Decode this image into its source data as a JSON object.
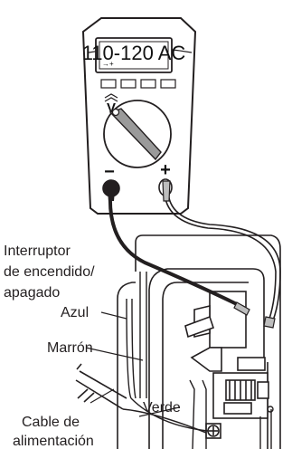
{
  "meter": {
    "display_text": "110-120 AC",
    "diode_symbol": "→+",
    "dial_label": "V",
    "negative_sign": "−",
    "positive_sign": "+"
  },
  "labels": {
    "switch_line1": "Interruptor",
    "switch_line2": "de encendido/",
    "switch_line3": "apagado",
    "blue": "Azul",
    "brown": "Marrón",
    "green": "Verde",
    "cable_line1": "Cable de",
    "cable_line2": "alimentación"
  },
  "colors": {
    "stroke": "#231f20",
    "probe_grey": "#bdbdbd",
    "dial_pointer": "#9a9a9a",
    "background": "#ffffff"
  }
}
